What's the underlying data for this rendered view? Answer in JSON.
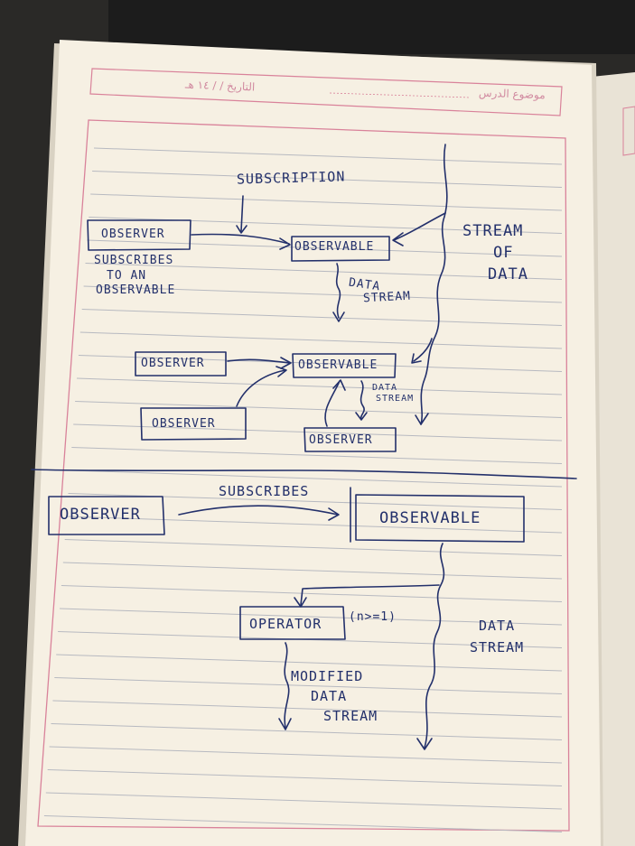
{
  "header": {
    "date_label": "التاريخ / / ١٤ هـ",
    "subject_label": "موضوع الدرس"
  },
  "diagram1": {
    "subscription": "SUBSCRIPTION",
    "observer": "OBSERVER",
    "observable": "OBSERVABLE",
    "subscribes_note": [
      "SUBSCRIBES",
      "TO AN",
      "OBSERVABLE"
    ],
    "data_stream": [
      "DATA",
      "STREAM"
    ],
    "stream_of_data": [
      "STREAM",
      "OF",
      "DATA"
    ]
  },
  "diagram2": {
    "observer_a": "OBSERVER",
    "observer_b": "OBSERVER",
    "observer_c": "OBSERVER",
    "observable": "OBSERVABLE",
    "data_stream": [
      "DATA",
      "STREAM"
    ]
  },
  "diagram3": {
    "observer": "OBSERVER",
    "subscribes": "SUBSCRIBES",
    "observable": "OBSERVABLE",
    "operator": "OPERATOR",
    "operator_note": "(n>=1)",
    "data_stream": [
      "DATA",
      "STREAM"
    ],
    "modified_stream": [
      "MODIFIED",
      "DATA",
      "STREAM"
    ]
  },
  "colors": {
    "ink": "#23306b",
    "paper": "#f6f0e3",
    "margin_line": "#d9829a",
    "rule_line": "#b7b9c0"
  }
}
